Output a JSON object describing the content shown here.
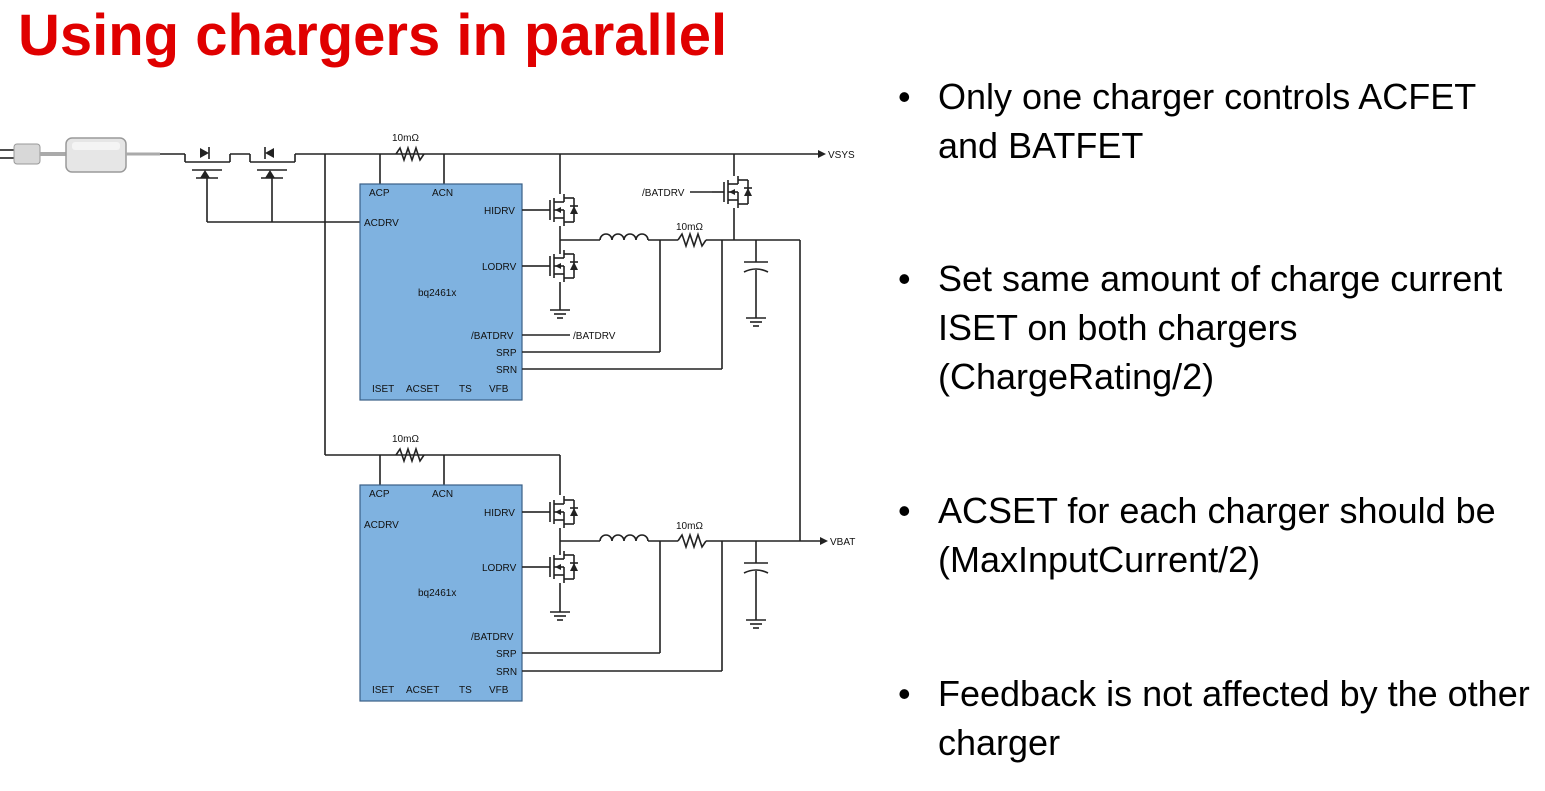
{
  "slide": {
    "title": "Using chargers in parallel",
    "bullets": [
      {
        "text": "Only one charger controls ACFET and BATFET"
      },
      {
        "text": "Set same amount of charge current ISET on both chargers (ChargeRating/2)"
      },
      {
        "text": "ACSET for each charger should be (MaxInputCurrent/2)"
      },
      {
        "text": "Feedback is not affected by the other charger"
      }
    ],
    "bullet_glyph": "•"
  },
  "schematic": {
    "net_vsys": "VSYS",
    "net_vbat": "VBAT",
    "resistor_label": "10mΩ",
    "batdrv_net": "/BATDRV",
    "chip": {
      "name": "bq2461x",
      "pins": {
        "acp": "ACP",
        "acn": "ACN",
        "acdrv": "ACDRV",
        "hidrv": "HIDRV",
        "lodrv": "LODRV",
        "batdrv": "/BATDRV",
        "srp": "SRP",
        "srn": "SRN",
        "iset": "ISET",
        "acset": "ACSET",
        "ts": "TS",
        "vfb": "VFB"
      },
      "fill_color": "#7fb2e0"
    }
  }
}
